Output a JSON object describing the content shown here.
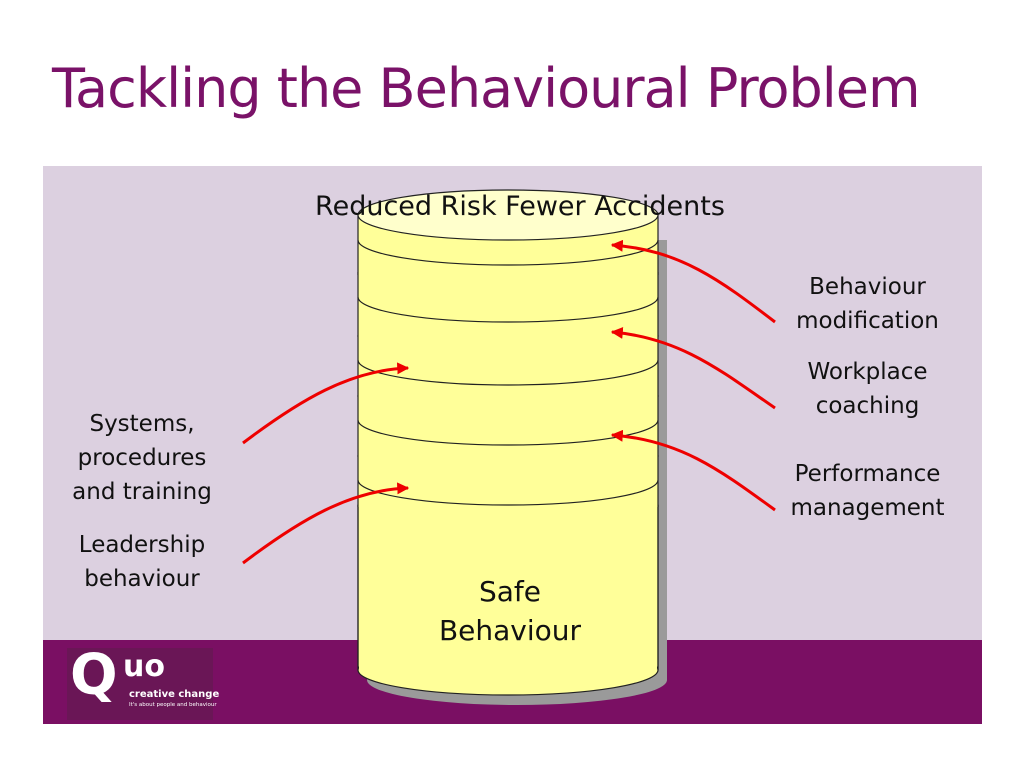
{
  "slide": {
    "title": "Tackling the Behavioural Problem"
  },
  "diagram": {
    "top_label": "Reduced Risk Fewer Accidents",
    "base_label": [
      "Safe",
      "Behaviour"
    ],
    "left_labels": [
      {
        "lines": [
          "Systems,",
          "procedures",
          "and training"
        ]
      },
      {
        "lines": [
          "Leadership",
          "behaviour"
        ]
      }
    ],
    "right_labels": [
      {
        "lines": [
          "Behaviour",
          "modification"
        ]
      },
      {
        "lines": [
          "Workplace",
          "coaching"
        ]
      },
      {
        "lines": [
          "Performance",
          "management"
        ]
      }
    ]
  },
  "logo": {
    "letter": "Q",
    "letters": "uo",
    "tagline": "creative change",
    "subline": "It's about people and behaviour"
  },
  "colors": {
    "title": "#7a1268",
    "panel": "#dcd0e0",
    "footer": "#7a0f63",
    "cylinder_fill": "#ffff99",
    "arrow": "#ee0000"
  }
}
